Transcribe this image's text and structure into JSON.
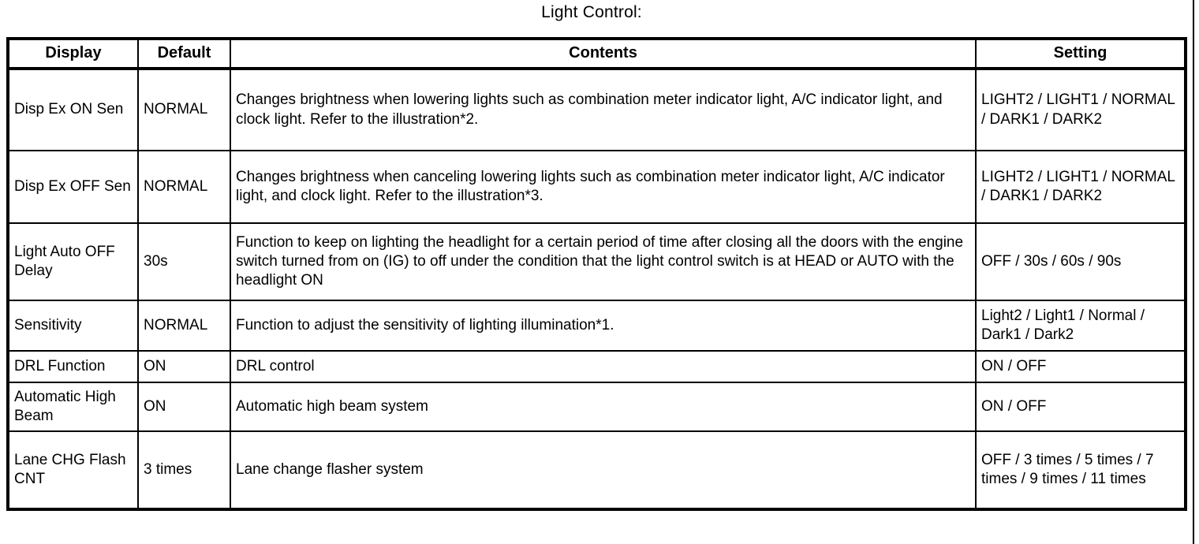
{
  "page": {
    "title": "Light Control:"
  },
  "colors": {
    "text": "#000000",
    "background": "#ffffff",
    "border": "#000000"
  },
  "table": {
    "headers": [
      "Display",
      "Default",
      "Contents",
      "Setting"
    ],
    "rows": [
      {
        "display": "Disp Ex ON Sen",
        "default": "NORMAL",
        "contents": "Changes brightness when lowering lights such as combination meter indicator light, A/C indicator light, and clock light. Refer to the illustration*2.",
        "setting": "LIGHT2 / LIGHT1 / NORMAL / DARK1 / DARK2"
      },
      {
        "display": "Disp Ex OFF Sen",
        "default": "NORMAL",
        "contents": "Changes brightness when canceling lowering lights such as combination meter indicator light, A/C indicator light, and clock light. Refer to the illustration*3.",
        "setting": "LIGHT2 / LIGHT1 / NORMAL / DARK1 / DARK2"
      },
      {
        "display": "Light Auto OFF Delay",
        "default": "30s",
        "contents": "Function to keep on lighting the headlight for a certain period of time after closing all the doors with the engine switch turned from on (IG) to off under the condition that the light control switch is at HEAD or AUTO with the headlight ON",
        "setting": "OFF / 30s / 60s / 90s"
      },
      {
        "display": "Sensitivity",
        "default": "NORMAL",
        "contents": "Function to adjust the sensitivity of lighting illumination*1.",
        "setting": "Light2 / Light1 / Normal / Dark1 / Dark2"
      },
      {
        "display": "DRL Function",
        "default": "ON",
        "contents": "DRL control",
        "setting": "ON / OFF"
      },
      {
        "display": "Automatic High Beam",
        "default": "ON",
        "contents": "Automatic high beam system",
        "setting": "ON / OFF"
      },
      {
        "display": "Lane CHG Flash CNT",
        "default": "3 times",
        "contents": "Lane change flasher system",
        "setting": "OFF / 3 times / 5 times / 7 times / 9 times / 11 times"
      }
    ]
  }
}
